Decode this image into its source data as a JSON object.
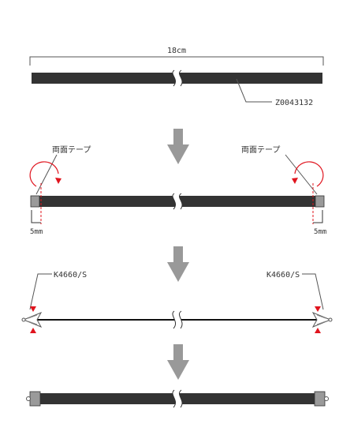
{
  "colors": {
    "bar": "#333333",
    "arrow": "#999999",
    "red": "#e0141e",
    "tape": "#9a9a9a",
    "line": "#555555"
  },
  "step1": {
    "length_label": "18cm",
    "part_label": "Z0043132"
  },
  "step2": {
    "tape_label_left": "両面テープ",
    "tape_label_right": "両面テープ",
    "offset_left": "5mm",
    "offset_right": "5mm"
  },
  "step3": {
    "clip_label_left": "K4660/S",
    "clip_label_right": "K4660/S"
  },
  "icons": [
    "down-arrow-icon",
    "rotate-arrow-icon",
    "break-mark-icon",
    "clip-icon"
  ]
}
